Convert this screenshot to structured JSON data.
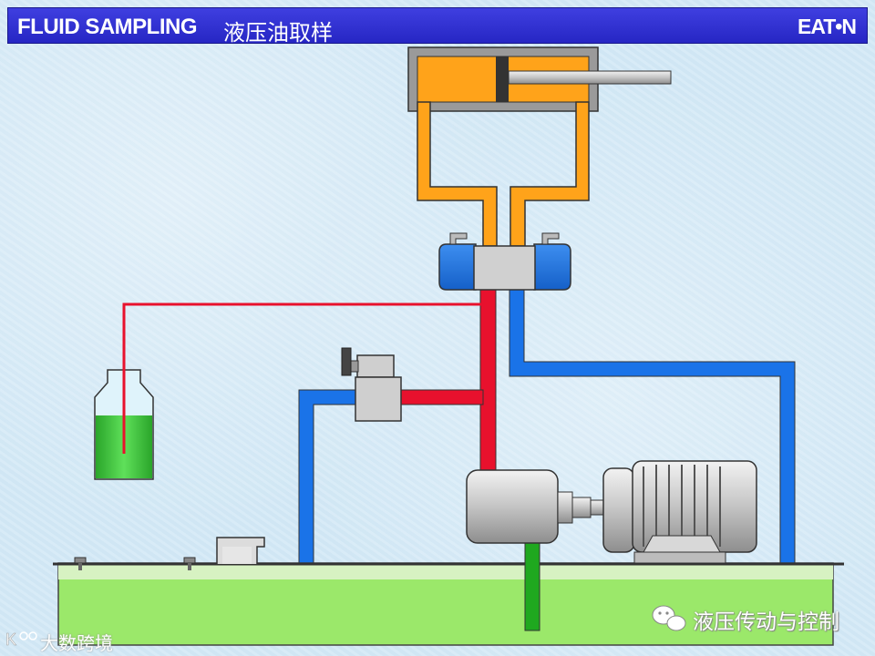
{
  "header": {
    "title_en": "FLUID SAMPLING",
    "title_zh": "液压油取样",
    "logo_text": "EAT•N"
  },
  "watermarks": {
    "wechat_account": "液压传动与控制",
    "left_mark": "大数跨境"
  },
  "icons": [
    "wechat-icon",
    "k-logo-icon"
  ],
  "colors": {
    "title_bar": "#2b2bd0",
    "cylinder": "#ffa31a",
    "pressure_line": "#e8112d",
    "return_line": "#1a73e8",
    "valve_body": "#1a73e8",
    "sample_fluid": "#38c83a",
    "tank_fluid": "#9be86a",
    "suction_line": "#1fa81f"
  }
}
